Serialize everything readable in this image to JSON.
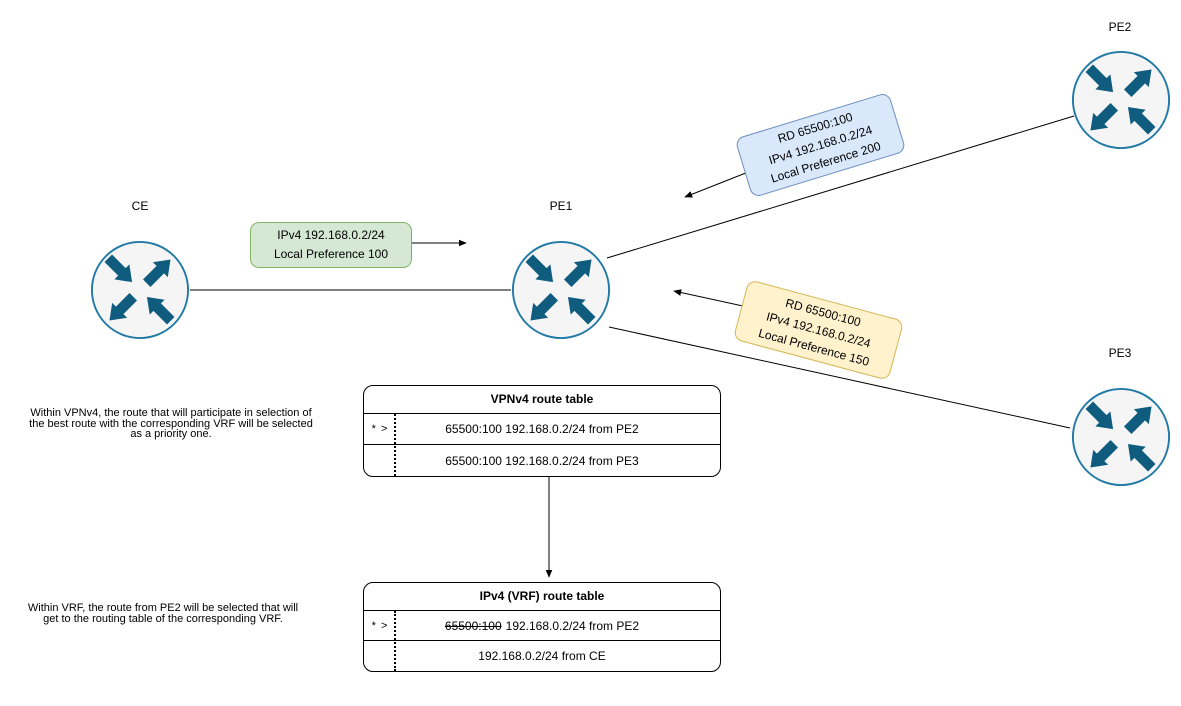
{
  "colors": {
    "router_fill": "#f5f5f5",
    "router_stroke": "#2179a6",
    "router_arrow": "#0f5c7f",
    "green_fill": "#d5e8d4",
    "green_stroke": "#82b366",
    "blue_fill": "#dae8fc",
    "blue_stroke": "#6c8ebf",
    "yellow_fill": "#fff2cc",
    "yellow_stroke": "#d6b656",
    "line": "#000000"
  },
  "routers": {
    "ce": {
      "label": "CE"
    },
    "pe1": {
      "label": "PE1"
    },
    "pe2": {
      "label": "PE2"
    },
    "pe3": {
      "label": "PE3"
    }
  },
  "ads": {
    "green": {
      "line1": "IPv4 192.168.0.2/24",
      "line2": "Local Preference 100"
    },
    "blue": {
      "line1": "RD 65500:100",
      "line2": "IPv4 192.168.0.2/24",
      "line3": "Local Preference 200"
    },
    "yellow": {
      "line1": "RD 65500:100",
      "line2": "IPv4 192.168.0.2/24",
      "line3": "Local Preference 150"
    }
  },
  "tables": {
    "vpnv4": {
      "title": "VPNv4 route table",
      "row1_selector": "* >",
      "row1_text": "65500:100 192.168.0.2/24 from PE2",
      "row2_text": "65500:100 192.168.0.2/24 from PE3"
    },
    "vrf": {
      "title": "IPv4 (VRF) route table",
      "row1_selector": "* >",
      "row1_strike": "65500:100",
      "row1_text": "192.168.0.2/24 from PE2",
      "row2_text": "192.168.0.2/24 from CE"
    }
  },
  "notes": {
    "vpnv4": {
      "line1": "Within VPNv4, the route that will participate in selection of",
      "line2": "the best route with the corresponding VRF will be selected",
      "line3": "as a priority one."
    },
    "vrf": {
      "line1": "Within VRF, the route from PE2 will be selected that will",
      "line2": "get to the routing table of the corresponding VRF."
    }
  }
}
